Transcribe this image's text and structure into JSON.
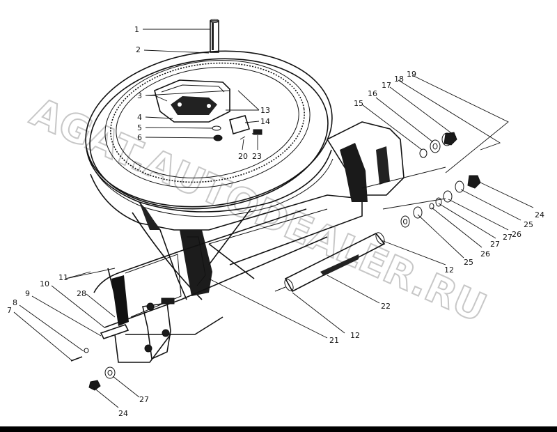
{
  "watermark": "AGAT.AUTODEALER.RU",
  "callouts": [
    {
      "id": "c1",
      "text": "1"
    },
    {
      "id": "c2",
      "text": "2"
    },
    {
      "id": "c3",
      "text": "3"
    },
    {
      "id": "c4",
      "text": "4"
    },
    {
      "id": "c5",
      "text": "5"
    },
    {
      "id": "c6",
      "text": "6"
    },
    {
      "id": "c7",
      "text": "7"
    },
    {
      "id": "c8",
      "text": "8"
    },
    {
      "id": "c9",
      "text": "9"
    },
    {
      "id": "c10",
      "text": "10"
    },
    {
      "id": "c11",
      "text": "11"
    },
    {
      "id": "c12a",
      "text": "12"
    },
    {
      "id": "c12b",
      "text": "12"
    },
    {
      "id": "c13",
      "text": "13"
    },
    {
      "id": "c14",
      "text": "14"
    },
    {
      "id": "c15",
      "text": "15"
    },
    {
      "id": "c16",
      "text": "16"
    },
    {
      "id": "c17",
      "text": "17"
    },
    {
      "id": "c18",
      "text": "18"
    },
    {
      "id": "c19",
      "text": "19"
    },
    {
      "id": "c20",
      "text": "20"
    },
    {
      "id": "c21",
      "text": "21"
    },
    {
      "id": "c22",
      "text": "22"
    },
    {
      "id": "c23",
      "text": "23"
    },
    {
      "id": "c24a",
      "text": "24"
    },
    {
      "id": "c24b",
      "text": "24"
    },
    {
      "id": "c25a",
      "text": "25"
    },
    {
      "id": "c25b",
      "text": "25"
    },
    {
      "id": "c26a",
      "text": "26"
    },
    {
      "id": "c26b",
      "text": "26"
    },
    {
      "id": "c27a",
      "text": "27"
    },
    {
      "id": "c27b",
      "text": "27"
    },
    {
      "id": "c27c",
      "text": "27"
    },
    {
      "id": "c28",
      "text": "28"
    }
  ]
}
